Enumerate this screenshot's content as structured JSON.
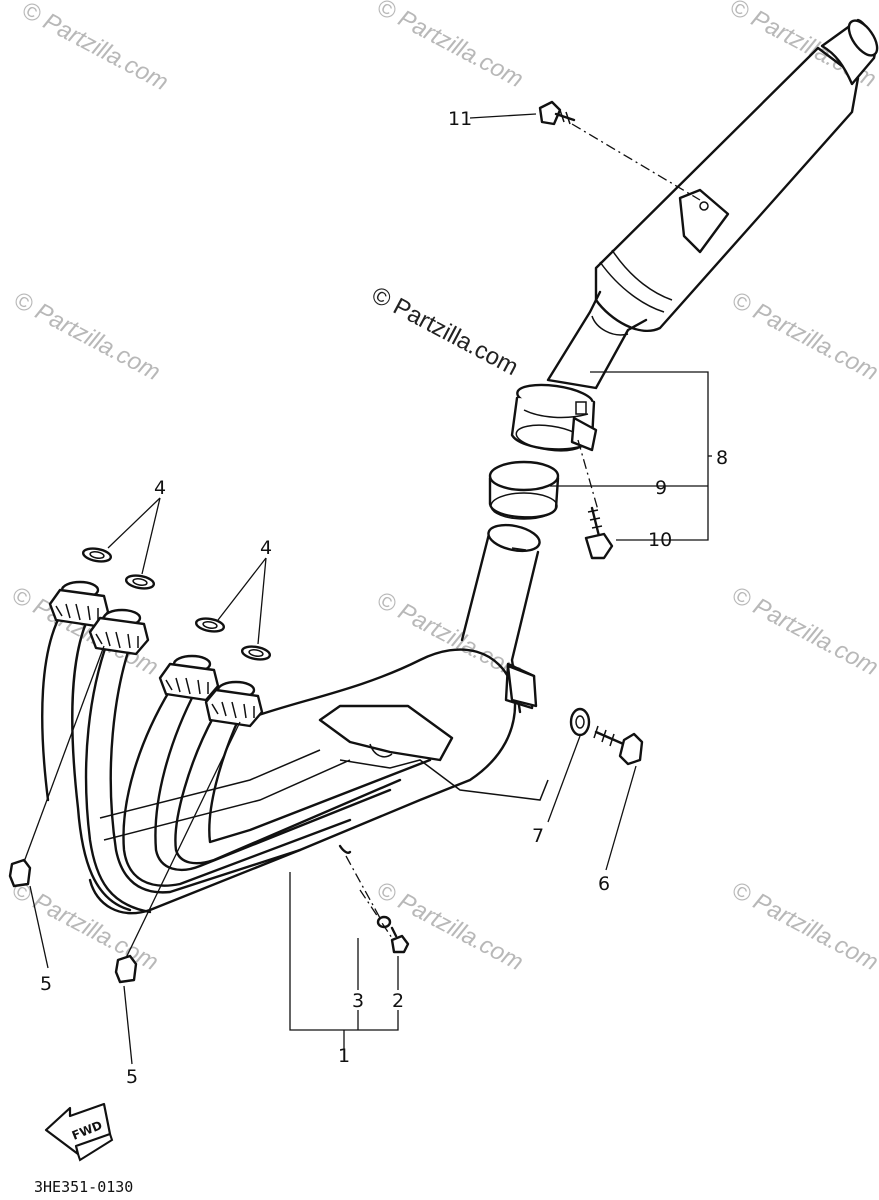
{
  "diagram_code": "3HE351-0130",
  "fwd_label": "FWD",
  "watermark": {
    "center": "© Partzilla.com",
    "tile": "© Partzilla.com"
  },
  "callouts": {
    "c1": "1",
    "c2": "2",
    "c3": "3",
    "c4a": "4",
    "c4b": "4",
    "c5a": "5",
    "c5b": "5",
    "c6": "6",
    "c7": "7",
    "c8": "8",
    "c9": "9",
    "c10": "10",
    "c11": "11"
  }
}
